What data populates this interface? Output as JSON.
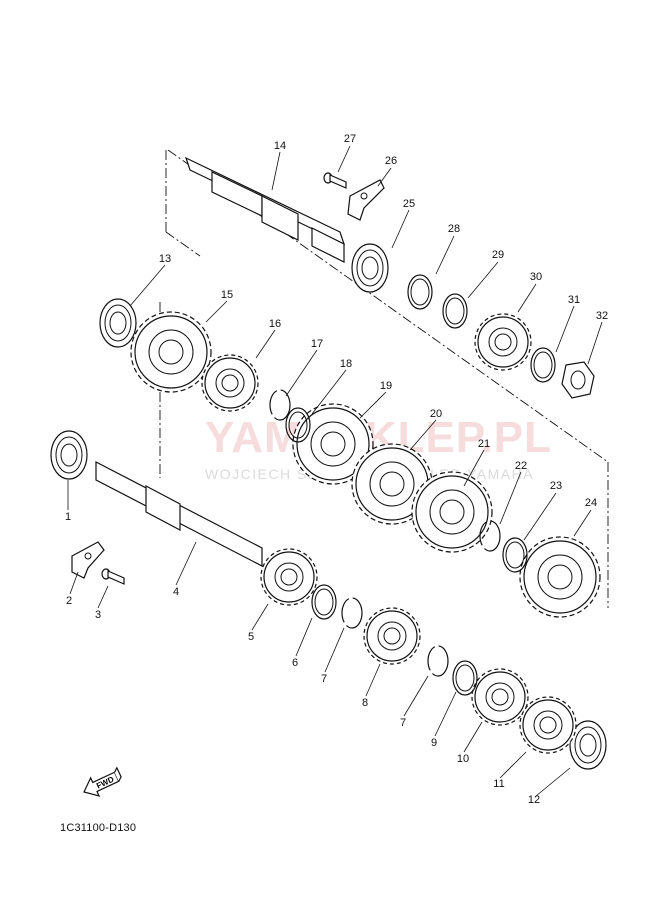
{
  "diagram_code": "1C31100-D130",
  "watermark": {
    "title": "YAMASKLEP.PL",
    "subtitle": "WOJCIECH SZYMAŃSKI DEALER YAMAHA"
  },
  "fwd_label": "FWD",
  "parts": [
    {
      "id": "p1",
      "num": "1"
    },
    {
      "id": "p2",
      "num": "2"
    },
    {
      "id": "p3",
      "num": "3"
    },
    {
      "id": "p4",
      "num": "4"
    },
    {
      "id": "p5",
      "num": "5"
    },
    {
      "id": "p6",
      "num": "6"
    },
    {
      "id": "p7a",
      "num": "7"
    },
    {
      "id": "p8",
      "num": "8"
    },
    {
      "id": "p7b",
      "num": "7"
    },
    {
      "id": "p9",
      "num": "9"
    },
    {
      "id": "p10",
      "num": "10"
    },
    {
      "id": "p11",
      "num": "11"
    },
    {
      "id": "p12",
      "num": "12"
    },
    {
      "id": "p13",
      "num": "13"
    },
    {
      "id": "p14",
      "num": "14"
    },
    {
      "id": "p15",
      "num": "15"
    },
    {
      "id": "p16",
      "num": "16"
    },
    {
      "id": "p17",
      "num": "17"
    },
    {
      "id": "p18",
      "num": "18"
    },
    {
      "id": "p19",
      "num": "19"
    },
    {
      "id": "p20",
      "num": "20"
    },
    {
      "id": "p21",
      "num": "21"
    },
    {
      "id": "p22",
      "num": "22"
    },
    {
      "id": "p23",
      "num": "23"
    },
    {
      "id": "p24",
      "num": "24"
    },
    {
      "id": "p25",
      "num": "25"
    },
    {
      "id": "p26",
      "num": "26"
    },
    {
      "id": "p27",
      "num": "27"
    },
    {
      "id": "p28",
      "num": "28"
    },
    {
      "id": "p29",
      "num": "29"
    },
    {
      "id": "p30",
      "num": "30"
    },
    {
      "id": "p31",
      "num": "31"
    },
    {
      "id": "p32",
      "num": "32"
    }
  ]
}
